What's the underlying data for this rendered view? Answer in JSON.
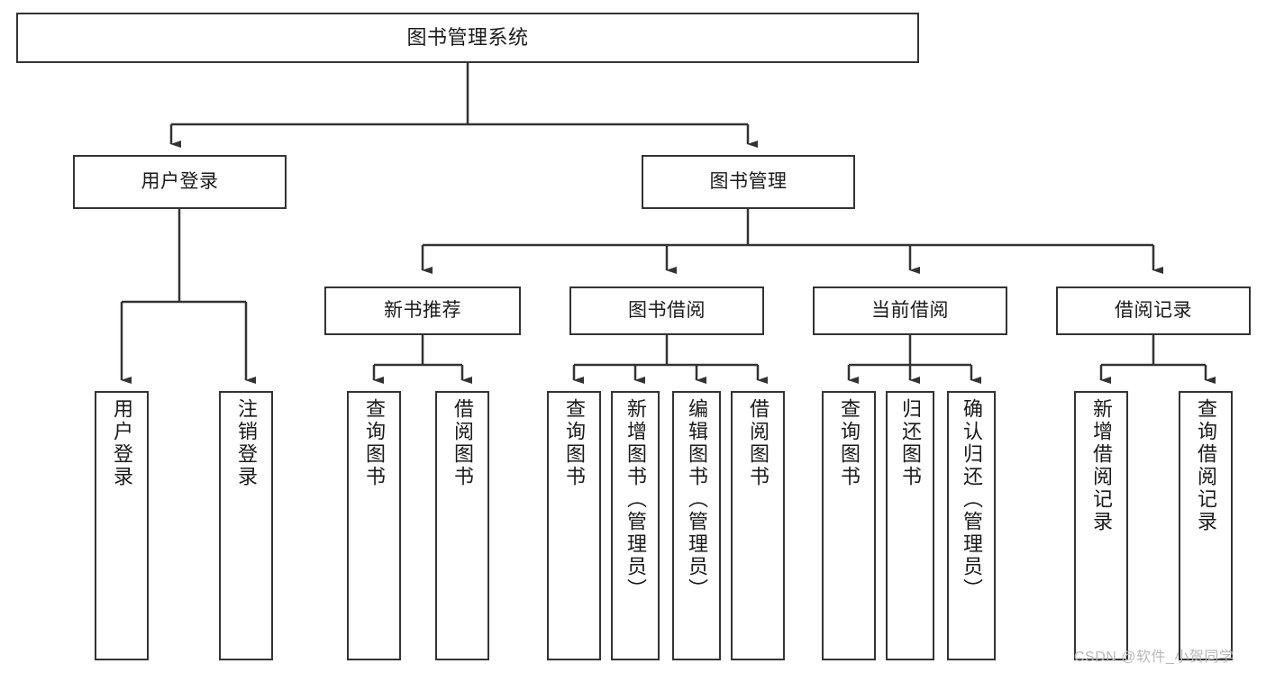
{
  "diagram": {
    "type": "tree",
    "title": "图书管理系统",
    "root": {
      "label": "图书管理系统"
    },
    "level1": [
      {
        "label": "用户登录"
      },
      {
        "label": "图书管理"
      }
    ],
    "level2": [
      {
        "label": "新书推荐"
      },
      {
        "label": "图书借阅"
      },
      {
        "label": "当前借阅"
      },
      {
        "label": "借阅记录"
      }
    ],
    "leaves": {
      "user_login": [
        {
          "label": "用户登录"
        },
        {
          "label": "注销登录"
        }
      ],
      "new_book_recommend": [
        {
          "label": "查询图书"
        },
        {
          "label": "借阅图书"
        }
      ],
      "book_borrow": [
        {
          "label": "查询图书"
        },
        {
          "label": "新增图书（管理员）"
        },
        {
          "label": "编辑图书（管理员）"
        },
        {
          "label": "借阅图书"
        }
      ],
      "current_borrow": [
        {
          "label": "查询图书"
        },
        {
          "label": "归还图书"
        },
        {
          "label": "确认归还（管理员）"
        }
      ],
      "borrow_record": [
        {
          "label": "新增借阅记录"
        },
        {
          "label": "查询借阅记录"
        }
      ]
    }
  },
  "watermark": {
    "text": "CSDN @软件_小贺同学"
  },
  "colors": {
    "border": "#333333",
    "line": "#333333",
    "text": "#1a1a1a",
    "background": "#ffffff",
    "watermark": "#b8b8b8"
  }
}
